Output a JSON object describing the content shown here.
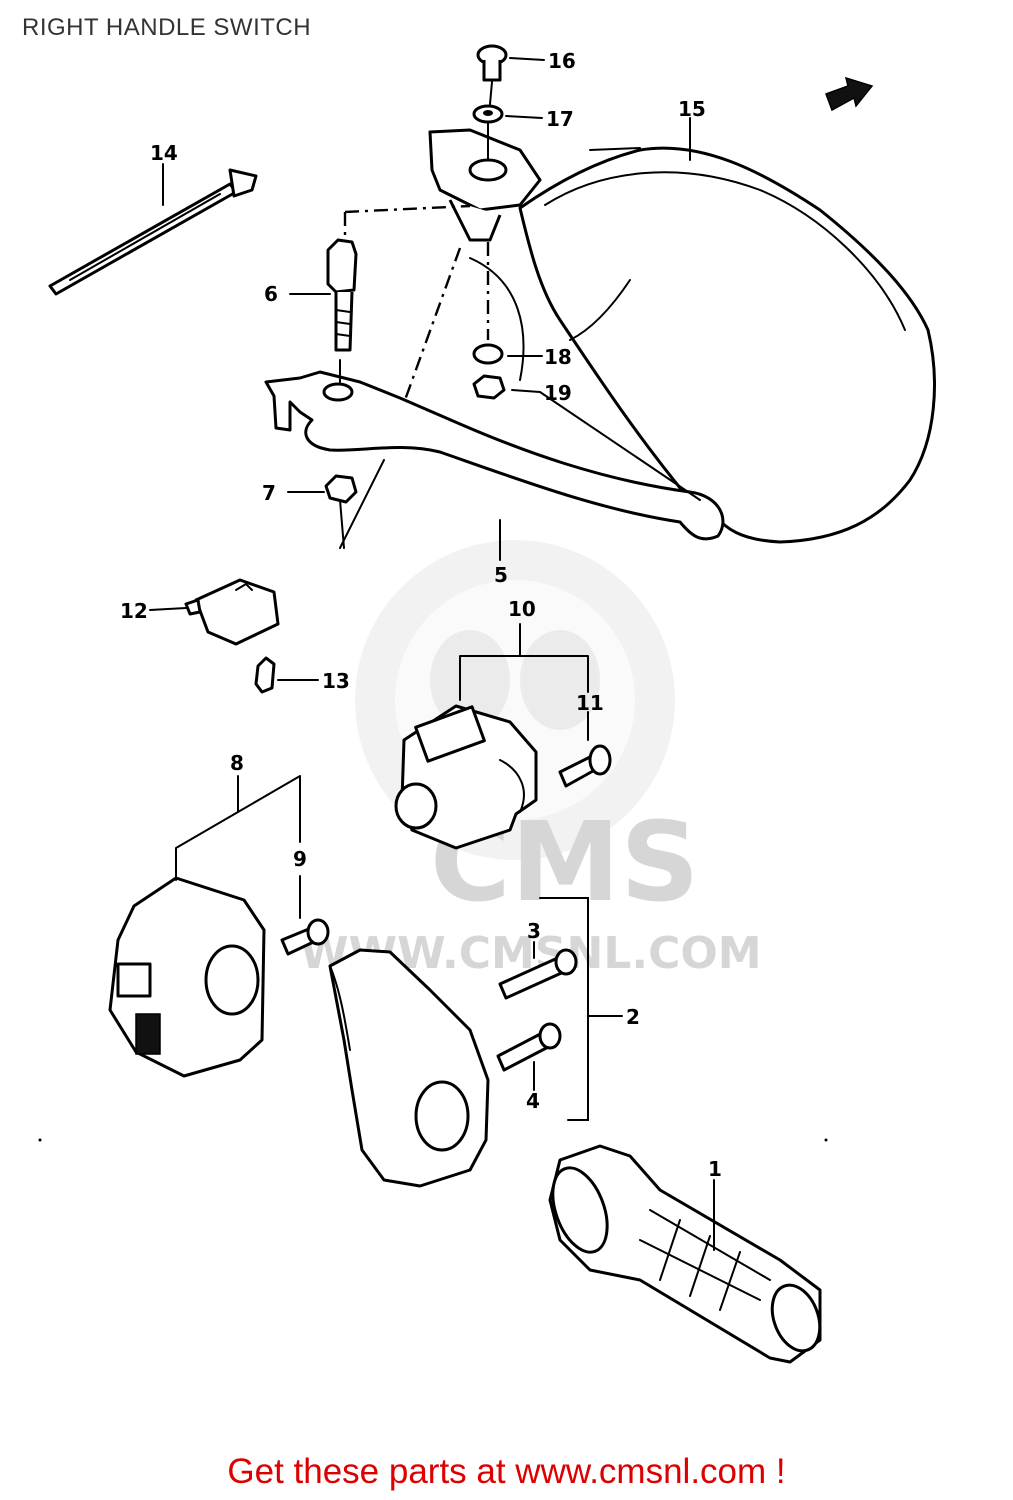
{
  "title": "RIGHT HANDLE SWITCH",
  "footer": "Get these parts at www.cmsnl.com !",
  "watermark": {
    "brand": "CMS",
    "url": "WWW.CMSNL.COM"
  },
  "callouts": {
    "p1": "1",
    "p2": "2",
    "p3": "3",
    "p4": "4",
    "p5": "5",
    "p6": "6",
    "p7": "7",
    "p8": "8",
    "p9": "9",
    "p10": "10",
    "p11": "11",
    "p12": "12",
    "p13": "13",
    "p14": "14",
    "p15": "15",
    "p16": "16",
    "p17": "17",
    "p18": "18",
    "p19": "19"
  },
  "colors": {
    "footer": "#dd0000",
    "title": "#333333",
    "watermark": "#d8d8d8"
  },
  "icons": {
    "direction": "front-arrow-icon"
  }
}
